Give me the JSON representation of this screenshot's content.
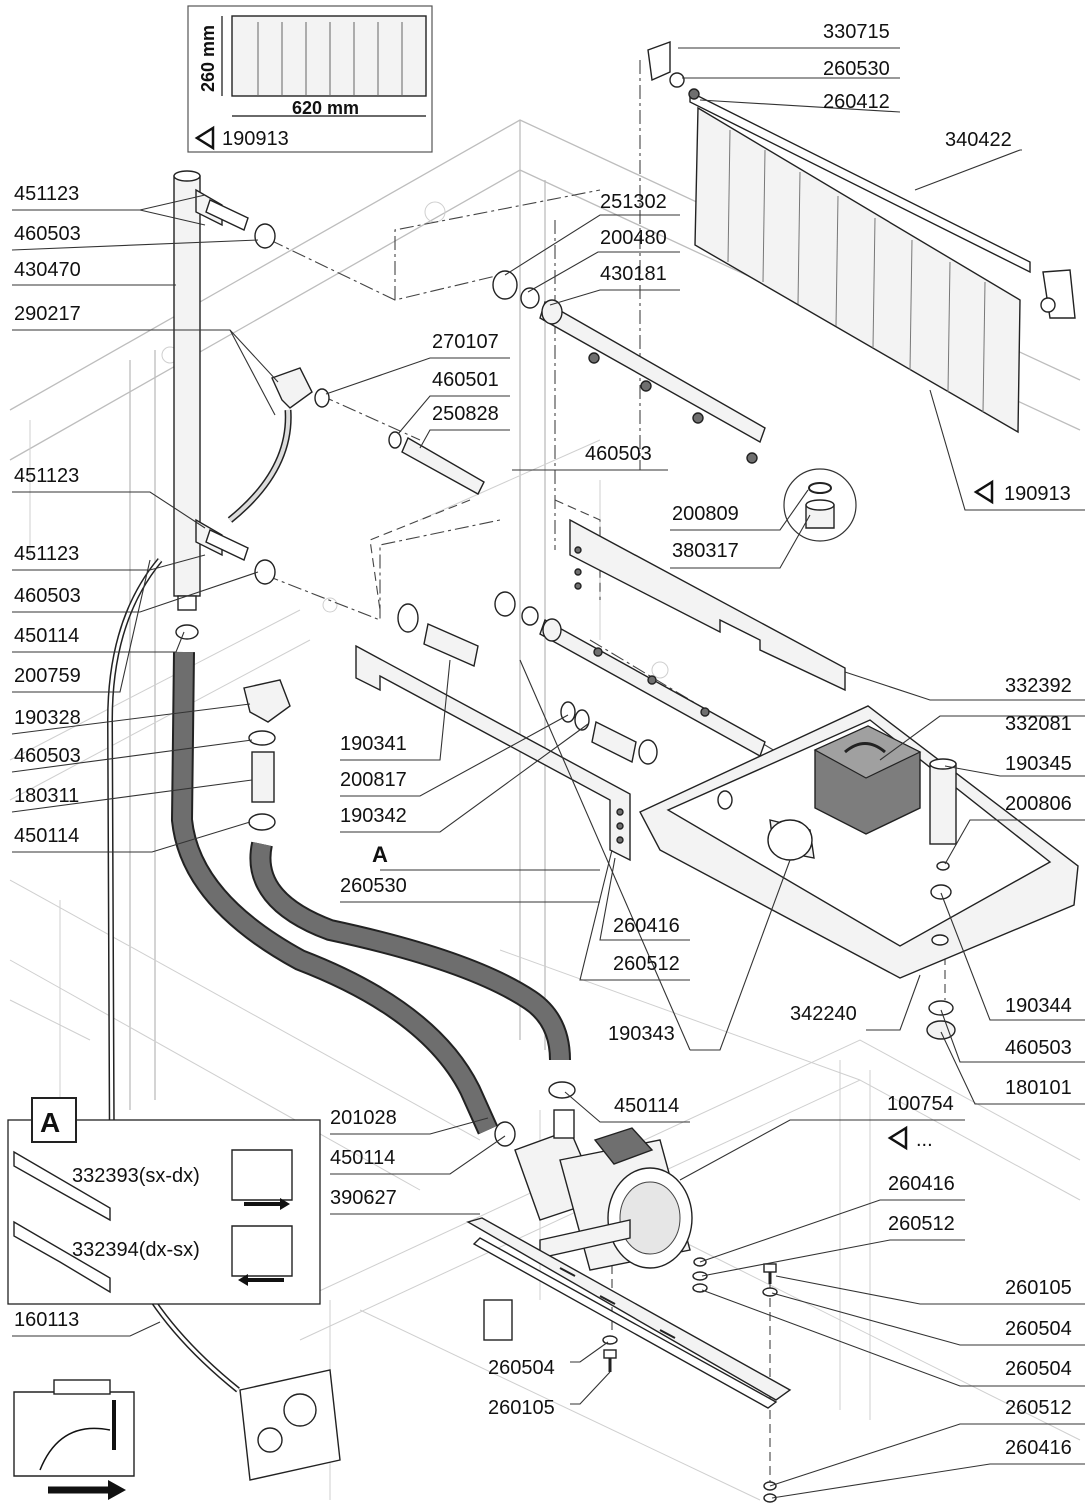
{
  "inset_filter": {
    "height_label": "260 mm",
    "width_label": "620 mm",
    "ref_code": "190913"
  },
  "inset_a": {
    "letter": "A",
    "item_1": "332393(sx-dx)",
    "item_2": "332394(dx-sx)"
  },
  "detail_a_label": "A",
  "pump_ref": "...",
  "labels": [
    {
      "id": "l330715",
      "text": "330715"
    },
    {
      "id": "l260530a",
      "text": "260530"
    },
    {
      "id": "l260412",
      "text": "260412"
    },
    {
      "id": "l340422",
      "text": "340422"
    },
    {
      "id": "l451123a",
      "text": "451123"
    },
    {
      "id": "l460503a",
      "text": "460503"
    },
    {
      "id": "l430470",
      "text": "430470"
    },
    {
      "id": "l251302",
      "text": "251302"
    },
    {
      "id": "l200480",
      "text": "200480"
    },
    {
      "id": "l430181",
      "text": "430181"
    },
    {
      "id": "l290217",
      "text": "290217"
    },
    {
      "id": "l270107",
      "text": "270107"
    },
    {
      "id": "l460501",
      "text": "460501"
    },
    {
      "id": "l250828",
      "text": "250828"
    },
    {
      "id": "l460503b",
      "text": "460503"
    },
    {
      "id": "l451123b",
      "text": "451123"
    },
    {
      "id": "l190913b",
      "text": "190913"
    },
    {
      "id": "l200809",
      "text": "200809"
    },
    {
      "id": "l380317",
      "text": "380317"
    },
    {
      "id": "l451123c",
      "text": "451123"
    },
    {
      "id": "l460503c",
      "text": "460503"
    },
    {
      "id": "l450114a",
      "text": "450114"
    },
    {
      "id": "l200759",
      "text": "200759"
    },
    {
      "id": "l332392",
      "text": "332392"
    },
    {
      "id": "l190328",
      "text": "190328"
    },
    {
      "id": "l332081",
      "text": "332081"
    },
    {
      "id": "l190341",
      "text": "190341"
    },
    {
      "id": "l460503d",
      "text": "460503"
    },
    {
      "id": "l190345",
      "text": "190345"
    },
    {
      "id": "l200817",
      "text": "200817"
    },
    {
      "id": "l180311",
      "text": "180311"
    },
    {
      "id": "l200806",
      "text": "200806"
    },
    {
      "id": "l190342",
      "text": "190342"
    },
    {
      "id": "l450114b",
      "text": "450114"
    },
    {
      "id": "l260530b",
      "text": "260530"
    },
    {
      "id": "l260416a",
      "text": "260416"
    },
    {
      "id": "l260512a",
      "text": "260512"
    },
    {
      "id": "l190344",
      "text": "190344"
    },
    {
      "id": "l342240",
      "text": "342240"
    },
    {
      "id": "l190343",
      "text": "190343"
    },
    {
      "id": "l460503e",
      "text": "460503"
    },
    {
      "id": "l180101",
      "text": "180101"
    },
    {
      "id": "l201028",
      "text": "201028"
    },
    {
      "id": "l450114c",
      "text": "450114"
    },
    {
      "id": "l100754",
      "text": "100754"
    },
    {
      "id": "l450114d",
      "text": "450114"
    },
    {
      "id": "l390627",
      "text": "390627"
    },
    {
      "id": "l260416b",
      "text": "260416"
    },
    {
      "id": "l260512b",
      "text": "260512"
    },
    {
      "id": "l260105a",
      "text": "260105"
    },
    {
      "id": "l260504a",
      "text": "260504"
    },
    {
      "id": "l160113",
      "text": "160113"
    },
    {
      "id": "l260504b",
      "text": "260504"
    },
    {
      "id": "l260504c",
      "text": "260504"
    },
    {
      "id": "l260105b",
      "text": "260105"
    },
    {
      "id": "l260512c",
      "text": "260512"
    },
    {
      "id": "l260416c",
      "text": "260416"
    }
  ]
}
